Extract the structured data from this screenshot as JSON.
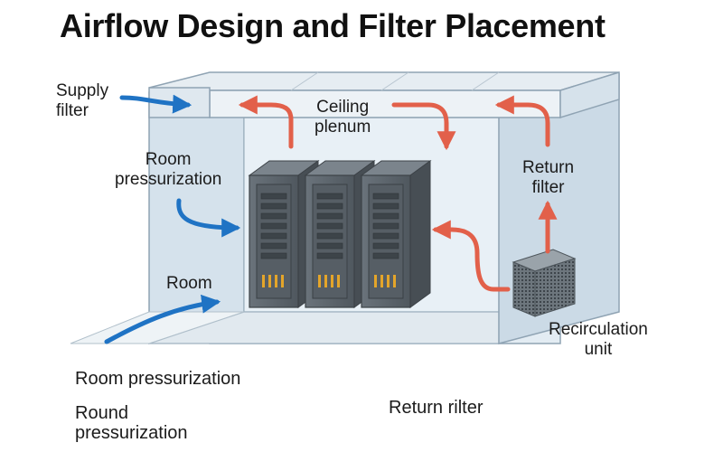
{
  "title": "Airflow Design and Filter Placement",
  "labels": {
    "supply_filter": [
      "Supply",
      "filter"
    ],
    "ceiling_plenum": [
      "Ceiling",
      "plenum"
    ],
    "room_pressurization_inner": [
      "Room",
      "pressurization"
    ],
    "return_filter_inner": [
      "Return",
      "filter"
    ],
    "room_inner": "Room",
    "recirculation_unit": [
      "Recirculation",
      "unit"
    ],
    "room_pressurization_bottom": "Room pressurization",
    "round_pressurization": [
      "Round",
      "pressurization"
    ],
    "return_rilter": "Return rilter"
  },
  "colors": {
    "supply_air": "#1f73c4",
    "return_air": "#e2604a",
    "enclosure_fill": "#d7e4ee",
    "enclosure_edge": "#8fa3b3",
    "server_body": "#5e666e",
    "server_led": "#e4a52a"
  },
  "icons": [
    "blue-supply-arrow-icon",
    "red-return-arrow-icon",
    "server-rack-icon",
    "recirculation-unit-icon"
  ]
}
